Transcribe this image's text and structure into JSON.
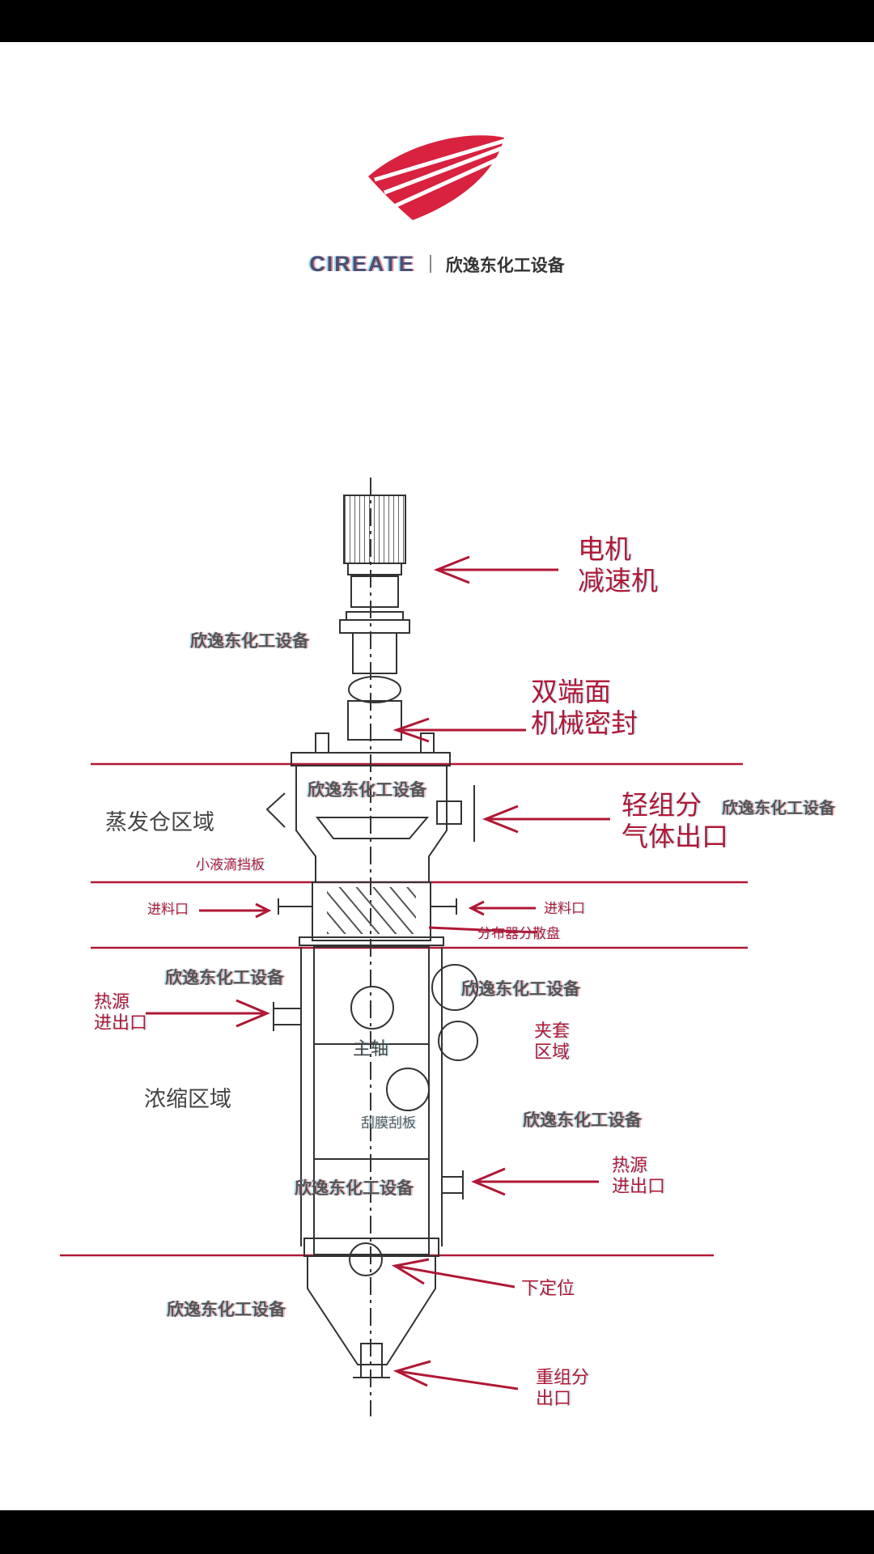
{
  "brand": {
    "name_en": "CIREATE",
    "name_cn": "欣逸东化工设备",
    "logo_color": "#d8223f"
  },
  "watermark": "欣逸东化工设备",
  "zones": {
    "evaporation": "蒸发仓区域",
    "concentration": "浓缩区域"
  },
  "labels": {
    "motor": "电机",
    "reducer": "减速机",
    "seal_1": "双端面",
    "seal_2": "机械密封",
    "light_1": "轻组分",
    "light_2": "气体出口",
    "baffle": "小液滴挡板",
    "feed_left": "进料口",
    "feed_right": "进料口",
    "distributor": "分布器分散盘",
    "heat_left_1": "热源",
    "heat_left_2": "进出口",
    "jacket_1": "夹套",
    "jacket_2": "区域",
    "shaft": "主轴",
    "scraper": "刮膜刮板",
    "heat_right_1": "热源",
    "heat_right_2": "进出口",
    "positioning": "下定位",
    "heavy_1": "重组分",
    "heavy_2": "出口"
  },
  "colors": {
    "accent": "#b01835",
    "line": "#333333",
    "background": "#ffffff"
  }
}
